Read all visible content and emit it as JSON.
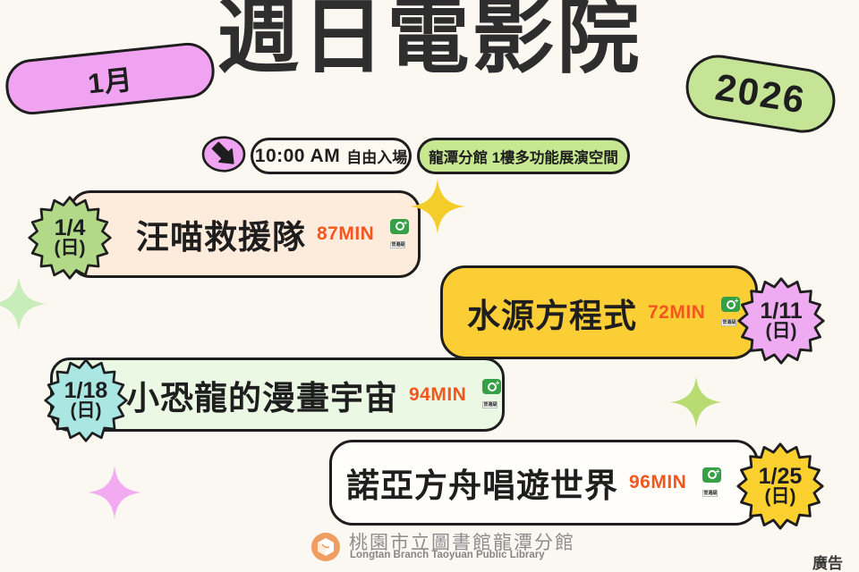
{
  "header": {
    "month_badge": "1月",
    "title": "週日電影院",
    "year_badge": "2026"
  },
  "info": {
    "time": "10:00 AM",
    "admission": "自由入場",
    "venue": "龍潭分館  1樓多功能展演空間"
  },
  "movies": [
    {
      "date": "1/4",
      "day": "(日)",
      "title": "汪喵救援隊",
      "duration": "87MIN",
      "rating": "普遍級"
    },
    {
      "date": "1/11",
      "day": "(日)",
      "title": "水源方程式",
      "duration": "72MIN",
      "rating": "普遍級"
    },
    {
      "date": "1/18",
      "day": "(日)",
      "title": "小恐龍的漫畫宇宙",
      "duration": "94MIN",
      "rating": "普遍級"
    },
    {
      "date": "1/25",
      "day": "(日)",
      "title": "諾亞方舟唱遊世界",
      "duration": "96MIN",
      "rating": "普遍級"
    }
  ],
  "footer": {
    "library_zh": "桃園市立圖書館龍潭分館",
    "library_en": "Longtan Branch Taoyuan Public Library",
    "ad_label": "廣告"
  },
  "colors": {
    "background": "#fbf8f2",
    "ink": "#1e1e1e",
    "accent_pink": "#efa3f1",
    "accent_green": "#c5e496",
    "card_peach": "#fdebdb",
    "card_yellow": "#fcce35",
    "card_mint": "#eaf8e4",
    "card_white": "#fffefb",
    "badge_green": "#b2d987",
    "badge_pink": "#efabf1",
    "badge_cyan": "#aae7e3",
    "badge_yellow": "#fcd02e",
    "duration_orange": "#f2571f",
    "rating_green": "#35a046",
    "sparkle_yellow": "#f5cd2a",
    "sparkle_pale_green": "#c9ecbb",
    "sparkle_yellow_green": "#b9dc72",
    "sparkle_pink": "#f2abf0",
    "logo_orange": "#f09d62"
  }
}
